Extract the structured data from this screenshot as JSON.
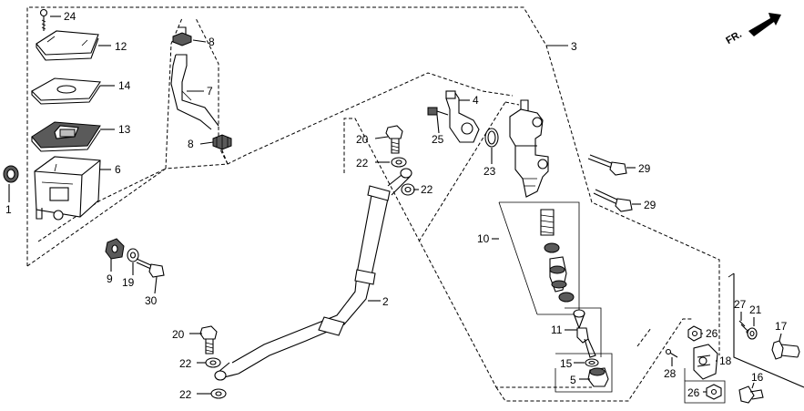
{
  "direction_label": "FR.",
  "callouts": [
    {
      "id": "24",
      "text": "24"
    },
    {
      "id": "12",
      "text": "12"
    },
    {
      "id": "14",
      "text": "14"
    },
    {
      "id": "13",
      "text": "13"
    },
    {
      "id": "6",
      "text": "6"
    },
    {
      "id": "1",
      "text": "1"
    },
    {
      "id": "8a",
      "text": "8"
    },
    {
      "id": "7",
      "text": "7"
    },
    {
      "id": "8b",
      "text": "8"
    },
    {
      "id": "3",
      "text": "3"
    },
    {
      "id": "4",
      "text": "4"
    },
    {
      "id": "25",
      "text": "25"
    },
    {
      "id": "23",
      "text": "23"
    },
    {
      "id": "29a",
      "text": "29"
    },
    {
      "id": "29b",
      "text": "29"
    },
    {
      "id": "20a",
      "text": "20"
    },
    {
      "id": "22a",
      "text": "22"
    },
    {
      "id": "22b",
      "text": "22"
    },
    {
      "id": "10",
      "text": "10"
    },
    {
      "id": "9",
      "text": "9"
    },
    {
      "id": "19",
      "text": "19"
    },
    {
      "id": "30",
      "text": "30"
    },
    {
      "id": "2",
      "text": "2"
    },
    {
      "id": "20b",
      "text": "20"
    },
    {
      "id": "22c",
      "text": "22"
    },
    {
      "id": "22d",
      "text": "22"
    },
    {
      "id": "11",
      "text": "11"
    },
    {
      "id": "15",
      "text": "15"
    },
    {
      "id": "5",
      "text": "5"
    },
    {
      "id": "27",
      "text": "27"
    },
    {
      "id": "21",
      "text": "21"
    },
    {
      "id": "17",
      "text": "17"
    },
    {
      "id": "26a",
      "text": "26"
    },
    {
      "id": "18",
      "text": "18"
    },
    {
      "id": "28",
      "text": "28"
    },
    {
      "id": "16",
      "text": "16"
    },
    {
      "id": "26b",
      "text": "26"
    }
  ]
}
